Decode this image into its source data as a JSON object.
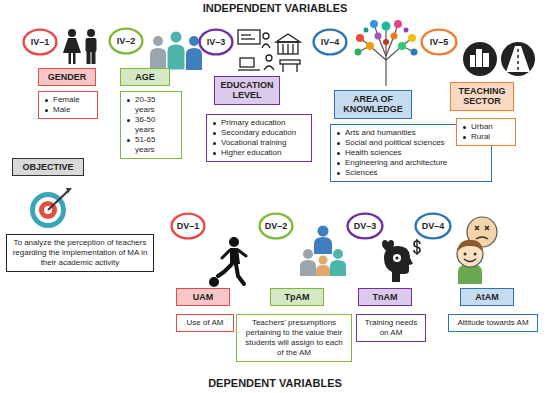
{
  "diagram": {
    "nodes": [
      {
        "text": [
          "IV–1"
        ]
      },
      {
        "text": [
          "GENDER"
        ]
      },
      {
        "text": [
          "Female",
          "Male"
        ]
      },
      {
        "text": [
          "IV–2"
        ]
      },
      {
        "text": [
          "AGE"
        ]
      },
      {
        "text": [
          "20-35 years",
          "36-50 years",
          "51-65 years"
        ]
      },
      {
        "text": [
          "IV–3"
        ]
      },
      {
        "text": [
          "EDUCATION LEVEL"
        ]
      },
      {
        "text": [
          "Primary education",
          "Secondary education",
          "Vocational training",
          "Higher education"
        ]
      },
      {
        "text": [
          "IV–4"
        ]
      },
      {
        "text": [
          "AREA OF KNOWLEDGE"
        ]
      },
      {
        "text": [
          "Arts and humanities",
          "Social and political sciences",
          "Health sciences",
          "Engineering and architecture",
          "Sciences"
        ]
      },
      {
        "text": [
          "IV–5"
        ]
      },
      {
        "text": [
          "TEACHING SECTOR"
        ]
      },
      {
        "text": [
          "Urban",
          "Rural"
        ]
      },
      {
        "text": [
          "OBJECTIVE"
        ]
      },
      {
        "text": [
          "To analyze the perception of teachers regarding the implementation of MA in their academic activity"
        ]
      },
      {
        "text": [
          "DV–1"
        ]
      },
      {
        "text": [
          "UAM"
        ]
      },
      {
        "text": [
          "Use of AM"
        ]
      },
      {
        "text": [
          "DV–2"
        ]
      },
      {
        "text": [
          "TpAM"
        ]
      },
      {
        "text": [
          "Teachers' presumptions pertaining to the value their students will assign to each of the AM"
        ]
      },
      {
        "text": [
          "DV–3"
        ]
      },
      {
        "text": [
          "TnAM"
        ]
      },
      {
        "text": [
          "Training needs on AM"
        ]
      },
      {
        "text": [
          "DV–4"
        ]
      },
      {
        "text": [
          "AtAM"
        ]
      },
      {
        "text": [
          "Attitude towards AM"
        ]
      }
    ],
    "labels": [
      "INDEPENDENT VARIABLES",
      "DEPENDENT VARIABLES"
    ]
  }
}
